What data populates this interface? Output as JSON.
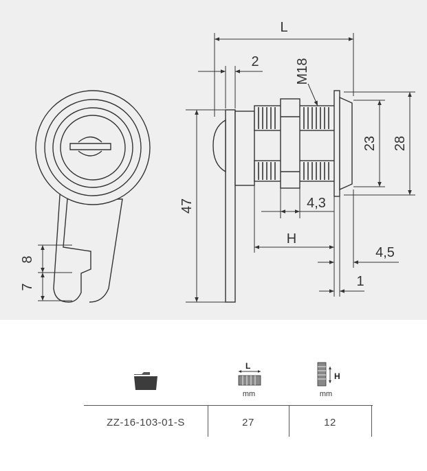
{
  "drawing": {
    "dimensions": {
      "L": "L",
      "two": "2",
      "thread": "M18",
      "d23": "23",
      "d28": "28",
      "d47": "47",
      "d43": "4,3",
      "H": "H",
      "d45": "4,5",
      "d1": "1",
      "d8": "8",
      "d7": "7"
    }
  },
  "table": {
    "icons": {
      "product": "folder-icon",
      "length": "lock-length-icon",
      "height": "lock-height-icon"
    },
    "headers": {
      "length_letter": "L",
      "height_letter": "H",
      "length_unit": "mm",
      "height_unit": "mm"
    },
    "rows": [
      {
        "code": "ZZ-16-103-01-S",
        "L": "27",
        "H": "12"
      }
    ]
  }
}
